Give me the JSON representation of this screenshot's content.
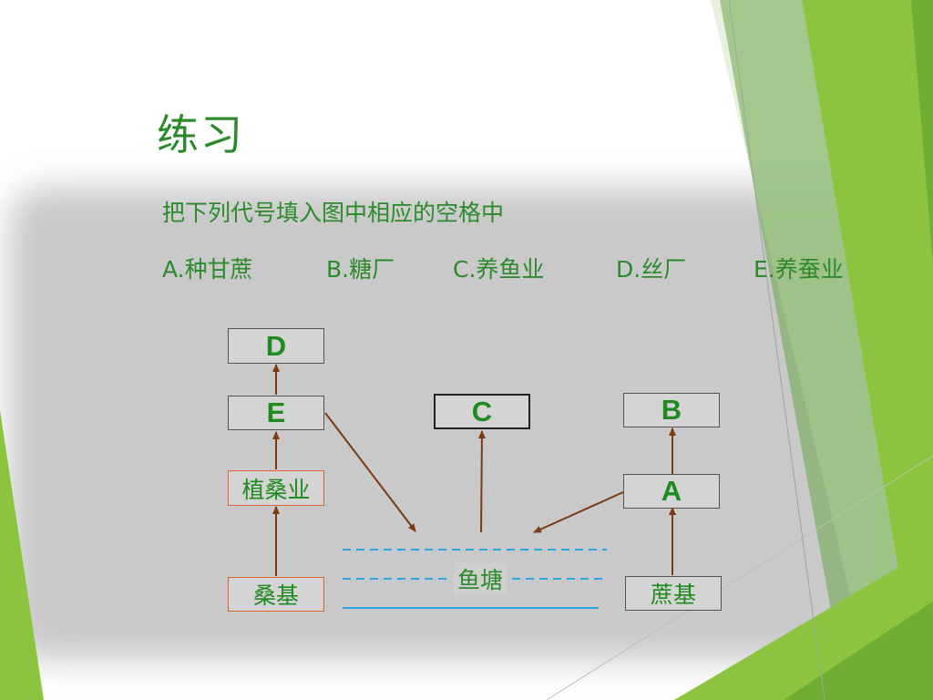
{
  "title": "练习",
  "instruction": "把下列代号填入图中相应的空格中",
  "options": [
    {
      "code": "A",
      "text": "A.种甘蔗"
    },
    {
      "code": "B",
      "text": "B.糖厂"
    },
    {
      "code": "C",
      "text": "C.养鱼业"
    },
    {
      "code": "D",
      "text": "D.丝厂"
    },
    {
      "code": "E",
      "text": "E.养蚕业"
    }
  ],
  "diagram": {
    "box_d": "D",
    "box_e": "E",
    "box_c": "C",
    "box_b": "B",
    "box_a": "A",
    "mulberry_industry": "植桑业",
    "mulberry_base": "桑基",
    "fish_pond": "鱼塘",
    "sugarcane_base": "蔗基"
  },
  "colors": {
    "text_green": "#2c8a2c",
    "box_letter_green": "#1f8a1f",
    "arrow_brown": "#7a3b12",
    "orange_border": "#d9662b",
    "pond_blue": "#2aa5e0",
    "deco_light_green": "#8dc43f",
    "deco_dark_green": "#5a9a38"
  }
}
